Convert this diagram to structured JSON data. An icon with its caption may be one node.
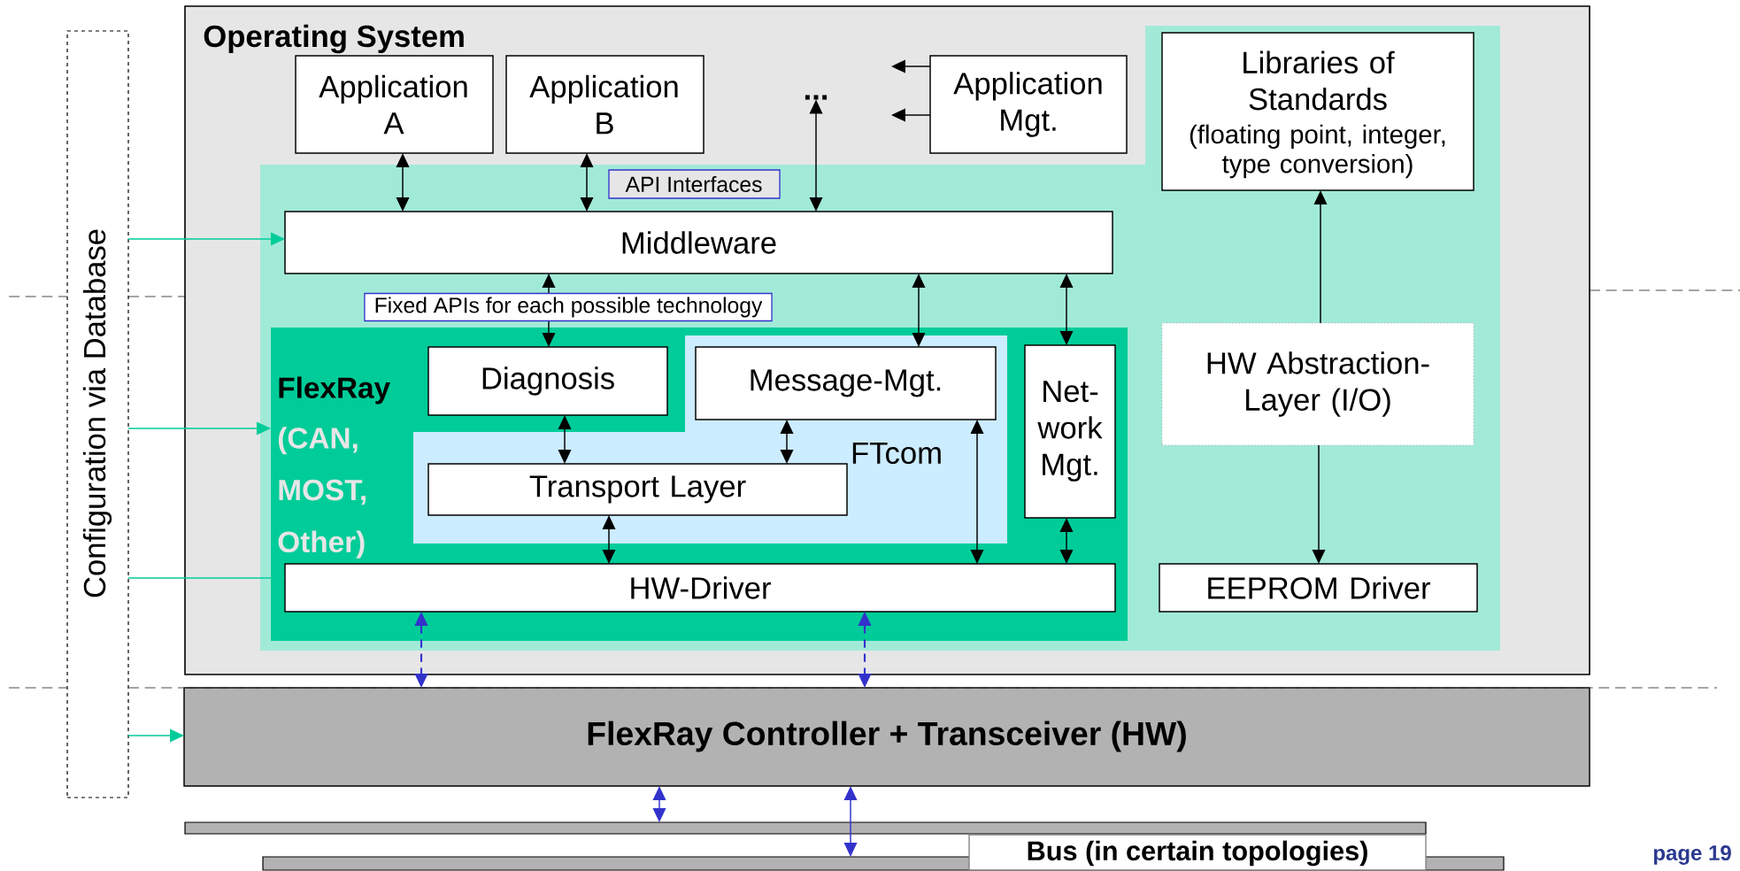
{
  "diagram": {
    "nodes": [
      {
        "text": [
          "Operating System"
        ]
      },
      {
        "text": [
          "Configuration via Database"
        ]
      },
      {
        "text": [
          "Application A"
        ],
        "in": 0
      },
      {
        "text": [
          "Application B"
        ],
        "in": 0
      },
      {
        "text": [
          "..."
        ],
        "in": 0
      },
      {
        "text": [
          "Application Mgt."
        ],
        "in": 0
      },
      {
        "text": [],
        "shape": "box",
        "in": 0
      },
      {
        "text": [
          "Libraries of Standards",
          "(floating point, integer, type conversion)"
        ],
        "in": 6
      },
      {
        "text": [
          "API Interfaces"
        ],
        "in": 6
      },
      {
        "text": [
          "Middleware"
        ],
        "in": 6
      },
      {
        "text": [
          "FlexRay",
          "(CAN, MOST, Other)"
        ],
        "in": 6
      },
      {
        "text": [
          "Diagnosis"
        ],
        "in": 10
      },
      {
        "text": [
          "FTcom"
        ],
        "in": 10
      },
      {
        "text": [
          "Message-Mgt."
        ],
        "in": 12
      },
      {
        "text": [
          "Transport Layer"
        ],
        "in": 12
      },
      {
        "text": [
          "Net-work Mgt."
        ],
        "in": 10
      },
      {
        "text": [
          "HW-Driver"
        ],
        "in": 10
      },
      {
        "text": [
          "HW Abstraction-Layer (I/O)"
        ],
        "in": 6
      },
      {
        "text": [
          "EEPROM Driver"
        ],
        "in": 6
      },
      {
        "text": [
          "FlexRay Controller + Transceiver (HW)"
        ]
      },
      {
        "text": [],
        "shape": "bar"
      },
      {
        "text": [],
        "shape": "bar"
      },
      {
        "text": [
          "Bus (in certain topologies)"
        ]
      }
    ],
    "edges": [
      {
        "from": 2,
        "to": 9,
        "arrow": "both"
      },
      {
        "from": 3,
        "to": 9,
        "arrow": "both"
      },
      {
        "from": 4,
        "to": 9,
        "arrow": "both"
      },
      {
        "from": 5,
        "to": null,
        "arrow": "to"
      },
      {
        "from": 5,
        "to": null,
        "arrow": "to"
      },
      {
        "from": 9,
        "to": 11,
        "arrow": "both",
        "label": "Fixed APIs for each possible technology"
      },
      {
        "from": 9,
        "to": 13,
        "arrow": "both"
      },
      {
        "from": 9,
        "to": 15,
        "arrow": "both"
      },
      {
        "from": 11,
        "to": 14,
        "arrow": "both"
      },
      {
        "from": 13,
        "to": 14,
        "arrow": "both"
      },
      {
        "from": 13,
        "to": 16,
        "arrow": "both"
      },
      {
        "from": 14,
        "to": 16,
        "arrow": "both"
      },
      {
        "from": 15,
        "to": 16,
        "arrow": "both"
      },
      {
        "from": 17,
        "to": 7,
        "arrow": "to"
      },
      {
        "from": 17,
        "to": 18,
        "arrow": "to"
      },
      {
        "from": 1,
        "to": 9,
        "arrow": "to",
        "color": "#00cc99"
      },
      {
        "from": 1,
        "to": 10,
        "arrow": "to",
        "color": "#00cc99"
      },
      {
        "from": 1,
        "to": 16,
        "arrow": "to",
        "color": "#00cc99"
      },
      {
        "from": 1,
        "to": 19,
        "arrow": "to",
        "color": "#00cc99"
      },
      {
        "from": 16,
        "to": 19,
        "arrow": "both",
        "style": "dashed",
        "color": "#3333cc"
      },
      {
        "from": 16,
        "to": 19,
        "arrow": "both",
        "style": "dashed",
        "color": "#3333cc"
      },
      {
        "from": 19,
        "to": 20,
        "arrow": "both",
        "color": "#3333cc"
      },
      {
        "from": 19,
        "to": 21,
        "arrow": "both",
        "color": "#3333cc"
      }
    ],
    "labels": [
      "page 19"
    ]
  }
}
